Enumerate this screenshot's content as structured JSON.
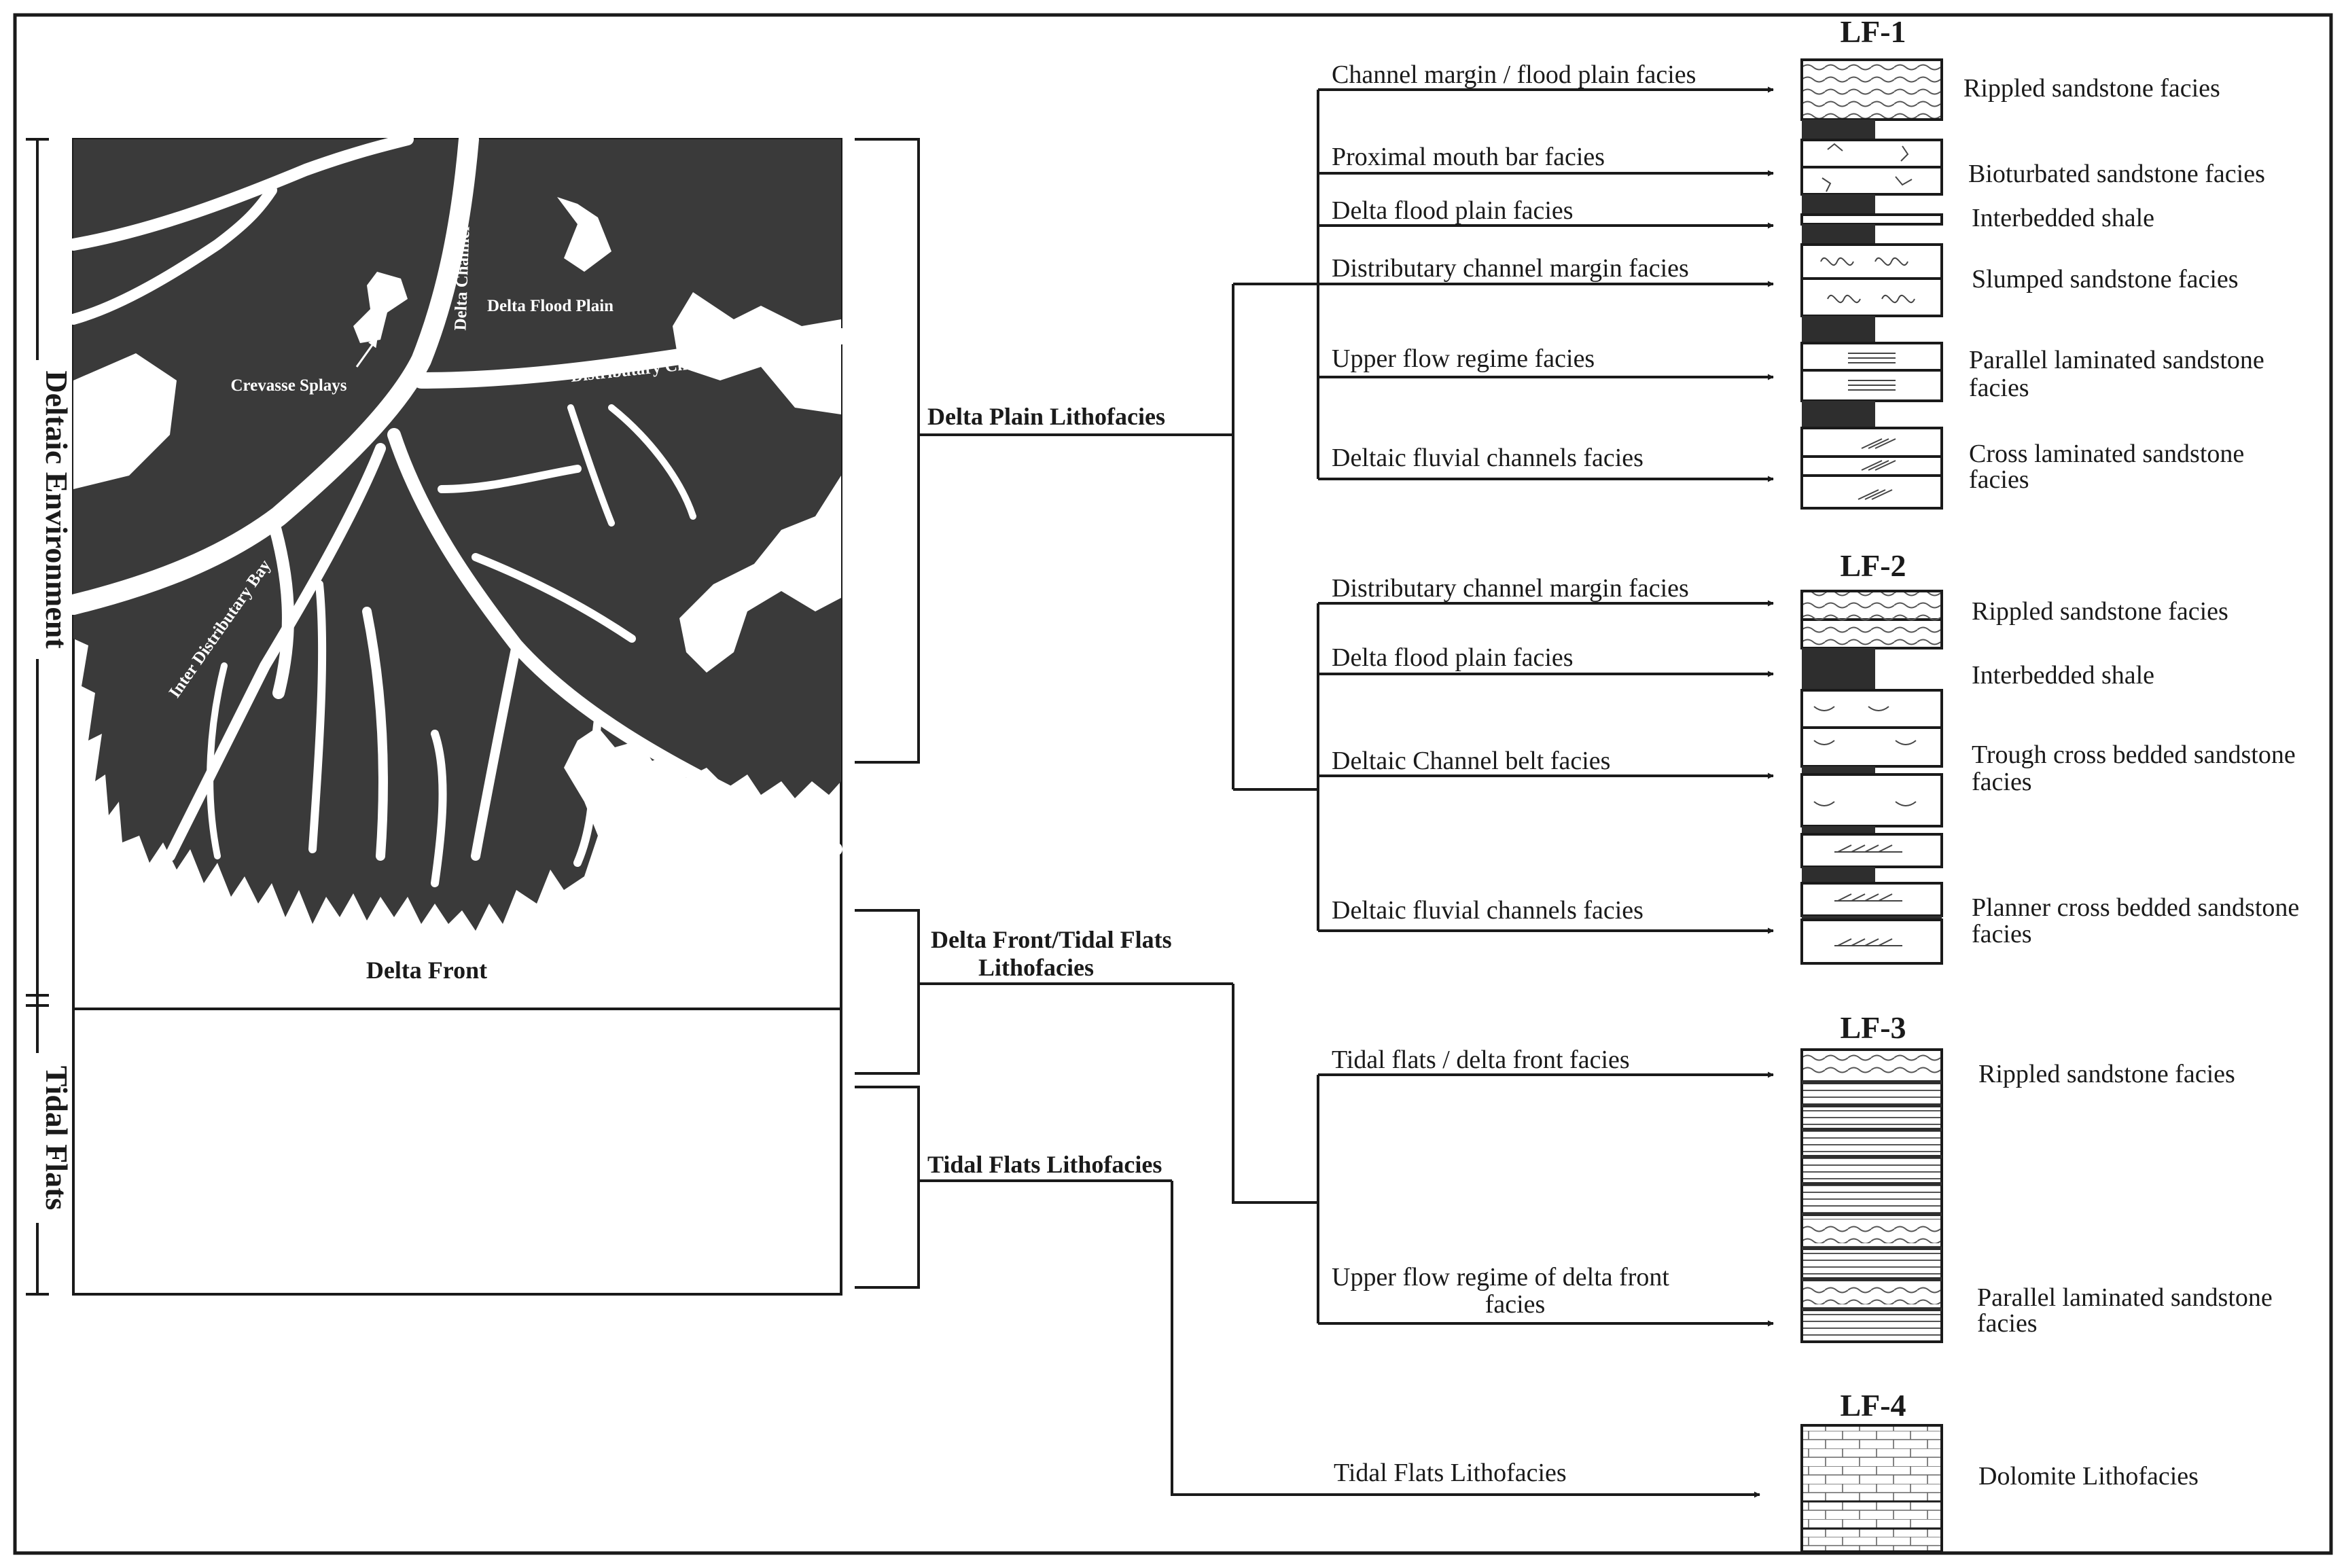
{
  "environment": {
    "deltaic": "Deltaic Environment",
    "tidal": "Tidal Flats"
  },
  "map": {
    "delta_channel": "Delta Channel",
    "delta_flood_plain": "Delta Flood Plain",
    "crevasse_splays": "Crevasse Splays",
    "distributary_channel": "Distributary Channel",
    "inter_distributary_bay": "Inter Distributary Bay",
    "delta_front": "Delta Front"
  },
  "groups": {
    "delta_plain": "Delta Plain Lithofacies",
    "front_tidal_l1": "Delta Front/Tidal Flats",
    "front_tidal_l2": "Lithofacies",
    "tidal": "Tidal Flats Lithofacies"
  },
  "lf1": {
    "title": "LF-1",
    "facies": [
      "Channel margin / flood plain facies",
      "Proximal mouth bar facies",
      "Delta flood plain facies",
      "Distributary channel margin facies",
      "Upper flow regime facies",
      "Deltaic fluvial channels facies"
    ],
    "lithology": [
      "Rippled sandstone facies",
      "Bioturbated sandstone facies",
      "Interbedded shale",
      "Slumped sandstone facies",
      "Parallel laminated sandstone",
      "facies",
      "Cross laminated sandstone",
      "facies"
    ]
  },
  "lf2": {
    "title": "LF-2",
    "facies": [
      "Distributary channel margin facies",
      "Delta flood plain facies",
      "Deltaic Channel belt facies",
      "Deltaic fluvial channels facies"
    ],
    "lithology": [
      "Rippled sandstone facies",
      "Interbedded shale",
      "Trough cross bedded sandstone",
      "facies",
      "Planner cross bedded sandstone",
      "facies"
    ]
  },
  "lf3": {
    "title": "LF-3",
    "facies": [
      "Tidal flats / delta front facies",
      "Upper flow regime of delta front",
      "facies"
    ],
    "lithology": [
      "Rippled sandstone facies",
      "Parallel laminated sandstone",
      "facies"
    ]
  },
  "lf4": {
    "title": "LF-4",
    "facies": [
      "Tidal Flats Lithofacies"
    ],
    "lithology": [
      "Dolomite Lithofacies"
    ]
  }
}
